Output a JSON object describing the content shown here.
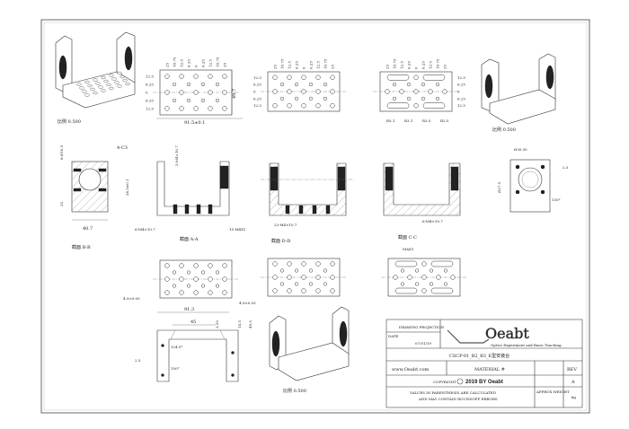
{
  "drawing": {
    "scale_labels": [
      "比例 0.500",
      "比例 0.500",
      "比例 0.500"
    ],
    "section_labels": [
      "截面 B-B",
      "截面 A-A",
      "截面 D-D",
      "截面 C-C"
    ],
    "grid_col_labels": [
      "25",
      "18.75",
      "12.5",
      "6.25",
      "0",
      "6.25",
      "12.5",
      "18.75",
      "25"
    ],
    "grid_row_labels": [
      "12.5",
      "6.25",
      "0",
      "6.25",
      "12.5"
    ],
    "dimensions": {
      "width_top": "91.5±0.1",
      "height_top": "49.7",
      "chamfer": "4-C3",
      "hole_dia": "8-Ø10.5",
      "left_w": "40.7",
      "left_h": "35",
      "left_h2": "38.5±0.1",
      "thread_a": "6-M4×10.7",
      "thread_b": "15-M4X1",
      "thread_c": "23-M4×10.7",
      "thread_d": "6-M4×10.7",
      "thread_e": "2-M4×10.7",
      "slot_a": "R5.1",
      "slot_b": "R3.1",
      "slot_c": "R3.5",
      "slot_d": "R2.5",
      "ring_dim": "Ø30.35",
      "ring_dim2": "Ø27.5",
      "side_dim": "2.5",
      "angle_130": "130°",
      "tol_left": "4.9±0.05",
      "tol_right": "4.9±0.05",
      "width_bottom": "91.3",
      "inner_width": "45",
      "angle_124": "124.9°",
      "angle_150": "150°",
      "dim_25": "2.5",
      "dim_145": "14.5",
      "dim_495": "49.5",
      "dim_335": "3.35",
      "max_label": "MAX1"
    }
  },
  "title_block": {
    "projection_label": "DRAWING PROJECTION",
    "date_label": "DATE",
    "date_value": "07/01/19",
    "logo_text": "Oeabt",
    "logo_tagline": "Optics Experiment and Basic Teaching",
    "part_name": "CSCP-01_B2_B3_E型安装台",
    "website": "www.Oeabt.com",
    "material_label": "MATERIAL #",
    "rev_label": "REV",
    "rev_value": "A",
    "copyright_label": "COPYRIGHT",
    "copyright_text": "2019 BY Oeabt",
    "note_line1": "VALUES IN PARENTHESIS ARE CALCULATED",
    "note_line2": "AND MAY CONTAIN ROUNDOFF ERRORS",
    "weight_label": "APPROX WEIGHT",
    "weight_unit": "kg"
  }
}
